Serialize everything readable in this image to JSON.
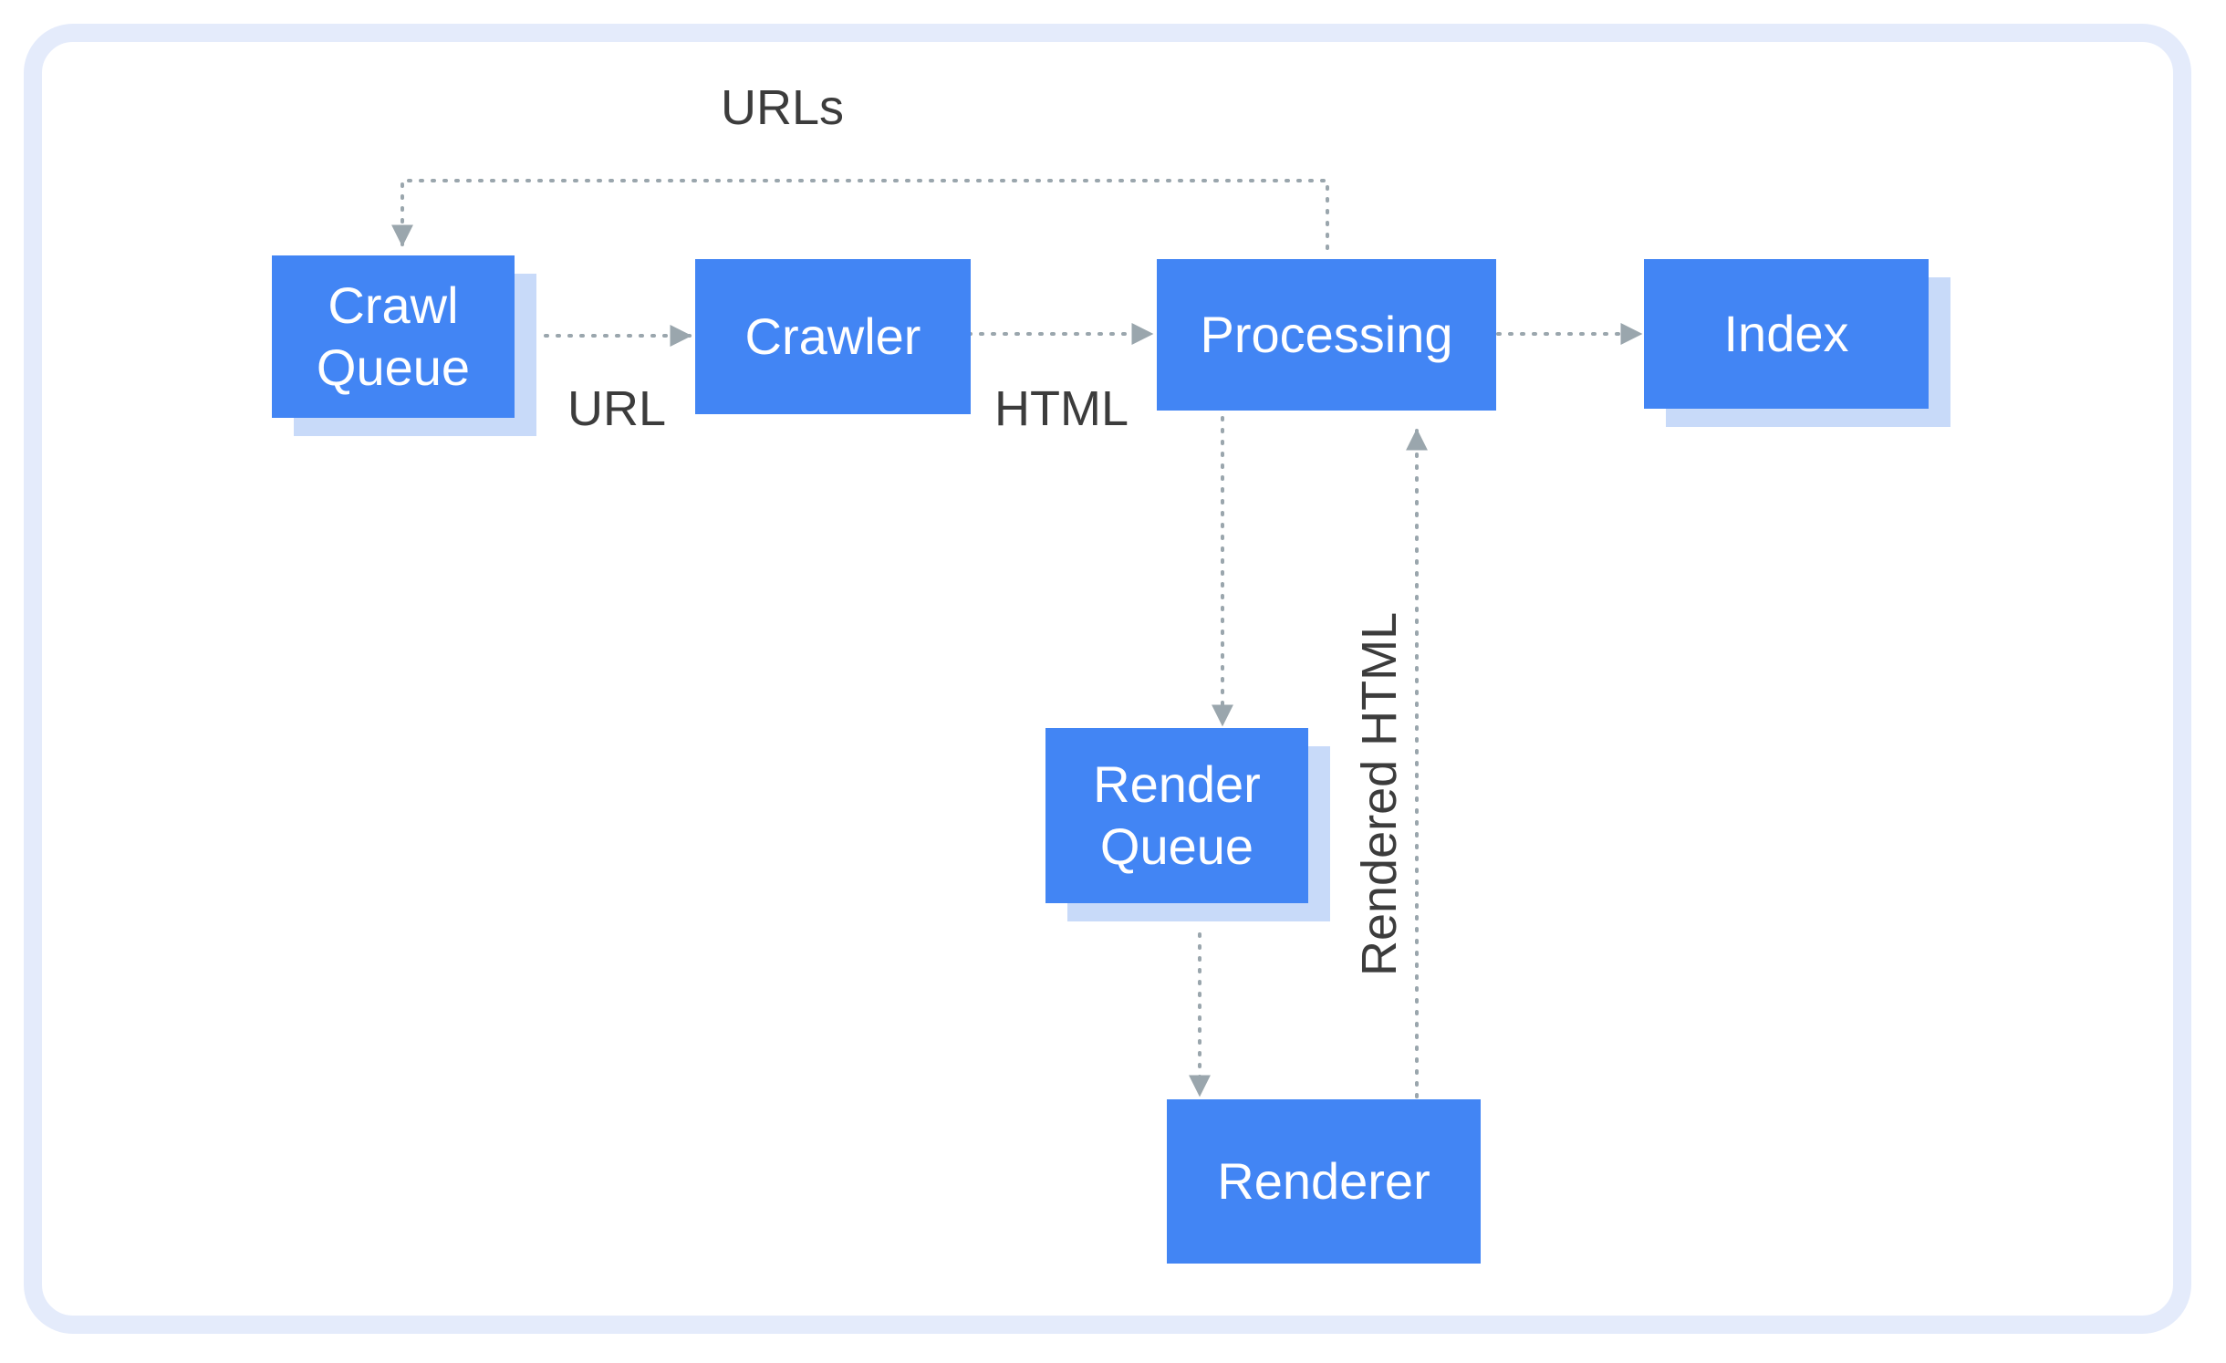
{
  "diagram": {
    "nodes": {
      "crawl_queue": "Crawl\nQueue",
      "crawler": "Crawler",
      "processing": "Processing",
      "index": "Index",
      "render_queue": "Render\nQueue",
      "renderer": "Renderer"
    },
    "edge_labels": {
      "urls": "URLs",
      "url": "URL",
      "html": "HTML",
      "rendered_html": "Rendered HTML"
    },
    "colors": {
      "node_fill": "#4285f4",
      "node_shadow": "#c8daf9",
      "arrow": "#9aa6ad",
      "frame": "#e4ebfb",
      "label_text": "#3c3c3c"
    }
  }
}
